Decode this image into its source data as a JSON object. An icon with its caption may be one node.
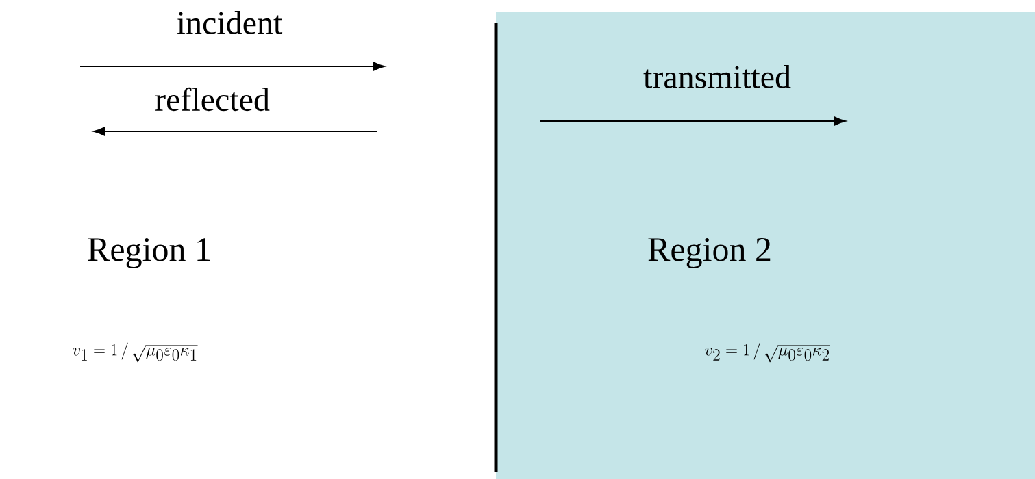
{
  "diagram": {
    "nodes": [
      {
        "text": [
          "transmitted",
          "Region 2",
          "v_{2} = 1 \\,/\\, \\sqrt{\\mu_{0}\\varepsilon_{0}\\kappa_{2}}"
        ]
      }
    ],
    "labels": [
      "incident",
      "reflected",
      "Region 1",
      "v_{1} = 1 \\,/\\, \\sqrt{\\mu_{0}\\varepsilon_{0}\\kappa_{1}}"
    ]
  }
}
